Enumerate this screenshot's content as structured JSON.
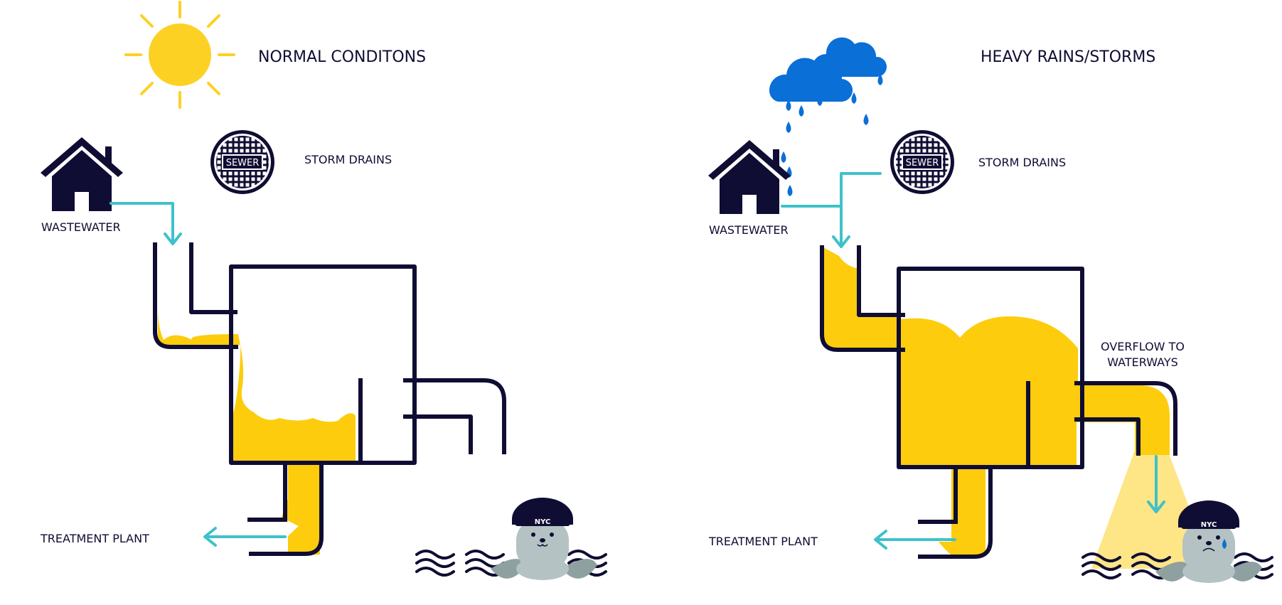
{
  "left_panel": {
    "title": "NORMAL CONDITONS",
    "storm_drains_label": "STORM DRAINS",
    "wastewater_label": "WASTEWATER",
    "treatment_plant_label": "TREATMENT PLANT",
    "sewer_cover_text": "SEWER",
    "hat_text": "NYC"
  },
  "right_panel": {
    "title": "HEAVY RAINS/STORMS",
    "storm_drains_label": "STORM DRAINS",
    "wastewater_label": "WASTEWATER",
    "treatment_plant_label": "TREATMENT PLANT",
    "overflow_label_line1": "OVERFLOW TO",
    "overflow_label_line2": "WATERWAYS",
    "sewer_cover_text": "SEWER",
    "hat_text": "NYC"
  },
  "colors": {
    "navy": "#0f0d33",
    "sewage_yellow": "#fdcc0d",
    "flow_teal": "#3fc1c9",
    "rain_blue": "#0a6fd6",
    "sun_yellow": "#fdd124",
    "seal_gray": "#b4c2c3"
  },
  "icons": [
    "sun-icon",
    "cloud-icon",
    "raindrop-icon",
    "house-icon",
    "manhole-cover-icon",
    "seal-icon",
    "wave-icon",
    "arrow-icon"
  ]
}
